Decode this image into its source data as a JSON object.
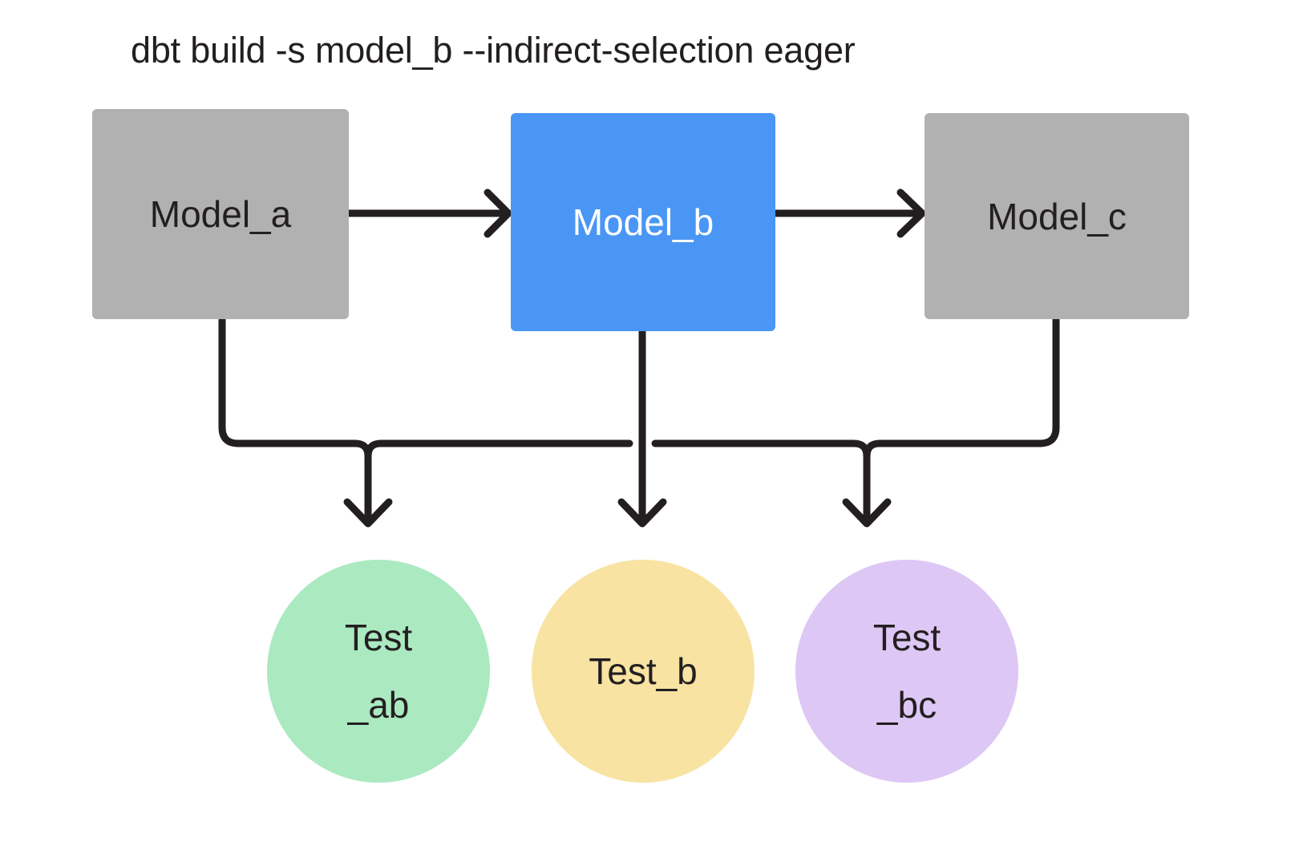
{
  "diagram": {
    "title": "dbt build -s model_b --indirect-selection eager",
    "background": "#ffffff",
    "line_color": "#231f20",
    "nodes": {
      "model_a": {
        "label": "Model_a",
        "shape": "rectangle",
        "color": "#b1b1b1",
        "text_color": "#231f20",
        "selected": false
      },
      "model_b": {
        "label": "Model_b",
        "shape": "rectangle",
        "color": "#4a96f5",
        "text_color": "#ffffff",
        "selected": true
      },
      "model_c": {
        "label": "Model_c",
        "shape": "rectangle",
        "color": "#b1b1b1",
        "text_color": "#231f20",
        "selected": false
      },
      "test_ab": {
        "label": "Test\n_ab",
        "shape": "circle",
        "color": "#abe9c1",
        "text_color": "#231f20"
      },
      "test_b": {
        "label": "Test_b",
        "shape": "circle",
        "color": "#f8e3a3",
        "text_color": "#231f20"
      },
      "test_bc": {
        "label": "Test\n_bc",
        "shape": "circle",
        "color": "#ddc7f5",
        "text_color": "#231f20"
      }
    },
    "edges": [
      {
        "from": "model_a",
        "to": "model_b",
        "style": "straight-arrow"
      },
      {
        "from": "model_b",
        "to": "model_c",
        "style": "straight-arrow"
      },
      {
        "from": "model_a",
        "to": "test_ab",
        "style": "elbow-arrow"
      },
      {
        "from": "model_b",
        "to": "test_ab",
        "style": "elbow-arrow"
      },
      {
        "from": "model_b",
        "to": "test_b",
        "style": "straight-arrow"
      },
      {
        "from": "model_b",
        "to": "test_bc",
        "style": "elbow-arrow"
      },
      {
        "from": "model_c",
        "to": "test_bc",
        "style": "elbow-arrow"
      }
    ]
  }
}
